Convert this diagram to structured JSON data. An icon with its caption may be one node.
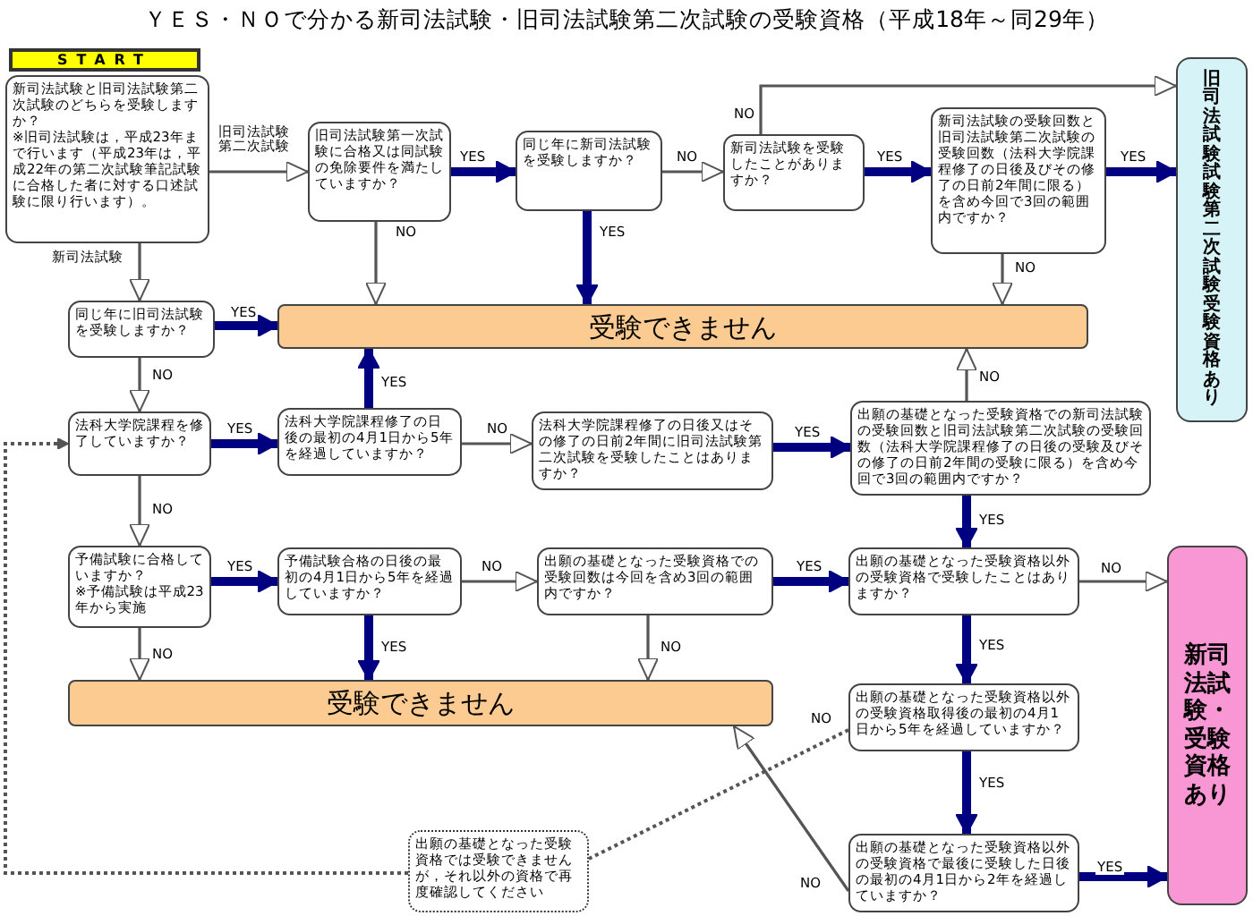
{
  "diagram": {
    "title": "ＹＥＳ・ＮＯで分かる新司法試験・旧司法試験第二次試験の受験資格（平成18年～同29年）",
    "nodes": [
      {
        "text": [
          "START"
        ]
      },
      {
        "text": [
          "新司法試験と旧司法試験第二次試験のどちらを受験しますか？",
          "※旧司法試験は，平成23年まで行います（平成23年は，平成22年の第二次試験筆記試験に合格した者に対する口述試験に限り行います）。"
        ]
      },
      {
        "text": [
          "旧司法試験第一次試験に合格又は同試験の免除要件を満たしていますか？"
        ]
      },
      {
        "text": [
          "同じ年に新司法試験を受験しますか？"
        ]
      },
      {
        "text": [
          "新司法試験を受験したことがありますか？"
        ]
      },
      {
        "text": [
          "新司法試験の受験回数と旧司法試験第二次試験の受験回数（法科大学院課程修了の日後及びその修了の日前2年間に限る）を含め今回で3回の範囲内ですか？"
        ]
      },
      {
        "text": [
          "旧司法試験試験第二次試験受験資格あり"
        ]
      },
      {
        "text": [
          "同じ年に旧司法試験を受験しますか？"
        ]
      },
      {
        "text": [
          "受験できません"
        ]
      },
      {
        "text": [
          "法科大学院課程を修了していますか？"
        ]
      },
      {
        "text": [
          "法科大学院課程修了の日後の最初の4月1日から5年を経過していますか？"
        ]
      },
      {
        "text": [
          "法科大学院課程修了の日後又はその修了の日前2年間に旧司法試験第二次試験を受験したことはありますか？"
        ]
      },
      {
        "text": [
          "出願の基礎となった受験資格での新司法試験の受験回数と旧司法試験第二次試験の受験回数（法科大学院課程修了の日後の受験及びその修了の日前2年間の受験に限る）を含め今回で3回の範囲内ですか？"
        ]
      },
      {
        "text": [
          "予備試験に合格していますか？",
          "※予備試験は平成23年から実施"
        ]
      },
      {
        "text": [
          "予備試験合格の日後の最初の4月1日から5年を経過していますか？"
        ]
      },
      {
        "text": [
          "出願の基礎となった受験資格での受験回数は今回を含め3回の範囲内ですか？"
        ]
      },
      {
        "text": [
          "出願の基礎となった受験資格以外の受験資格で受験したことはありますか？"
        ]
      },
      {
        "text": [
          "新司法試験・受験資格あり"
        ]
      },
      {
        "text": [
          "受験できません"
        ]
      },
      {
        "text": [
          "出願の基礎となった受験資格以外の受験資格取得後の最初の4月1日から5年を経過していますか？"
        ]
      },
      {
        "text": [
          "出願の基礎となった受験資格以外の受験資格で最後に受験した日後の最初の4月1日から2年を経過していますか？"
        ]
      },
      {
        "text": [
          "出願の基礎となった受験資格では受験できませんが，それ以外の資格で再度確認してください"
        ]
      }
    ],
    "edges": [
      {
        "from": 1,
        "to": 2,
        "arrow": "to",
        "label": "旧司法試験第二次試験"
      },
      {
        "from": 1,
        "to": 7,
        "arrow": "to",
        "label": "新司法試験"
      },
      {
        "from": 2,
        "to": 3,
        "arrow": "to",
        "label": "YES",
        "style": "thick",
        "color": "#000080"
      },
      {
        "from": 2,
        "to": 8,
        "arrow": "to",
        "label": "NO"
      },
      {
        "from": 3,
        "to": 4,
        "arrow": "to",
        "label": "NO"
      },
      {
        "from": 3,
        "to": 8,
        "arrow": "to",
        "label": "YES",
        "style": "thick",
        "color": "#000080"
      },
      {
        "from": 4,
        "to": 6,
        "arrow": "to",
        "label": "NO"
      },
      {
        "from": 4,
        "to": 5,
        "arrow": "to",
        "label": "YES",
        "style": "thick",
        "color": "#000080"
      },
      {
        "from": 5,
        "to": 6,
        "arrow": "to",
        "label": "YES",
        "style": "thick",
        "color": "#000080"
      },
      {
        "from": 5,
        "to": 8,
        "arrow": "to",
        "label": "NO"
      },
      {
        "from": 7,
        "to": 8,
        "arrow": "to",
        "label": "YES",
        "style": "thick",
        "color": "#000080"
      },
      {
        "from": 7,
        "to": 9,
        "arrow": "to",
        "label": "NO"
      },
      {
        "from": 9,
        "to": 10,
        "arrow": "to",
        "label": "YES",
        "style": "thick",
        "color": "#000080"
      },
      {
        "from": 10,
        "to": 8,
        "arrow": "to",
        "label": "YES",
        "style": "thick",
        "color": "#000080"
      },
      {
        "from": 10,
        "to": 11,
        "arrow": "to",
        "label": "NO"
      },
      {
        "from": 11,
        "to": 12,
        "arrow": "to",
        "label": "YES",
        "style": "thick",
        "color": "#000080"
      },
      {
        "from": 12,
        "to": 8,
        "arrow": "to",
        "label": "NO"
      },
      {
        "from": 12,
        "to": 16,
        "arrow": "to",
        "label": "YES",
        "style": "thick",
        "color": "#000080"
      },
      {
        "from": 9,
        "to": 13,
        "arrow": "to",
        "label": "NO"
      },
      {
        "from": 13,
        "to": 14,
        "arrow": "to",
        "label": "YES",
        "style": "thick",
        "color": "#000080"
      },
      {
        "from": 13,
        "to": 18,
        "arrow": "to",
        "label": "NO"
      },
      {
        "from": 14,
        "to": 15,
        "arrow": "to",
        "label": "NO"
      },
      {
        "from": 14,
        "to": 18,
        "arrow": "to",
        "label": "YES",
        "style": "thick",
        "color": "#000080"
      },
      {
        "from": 15,
        "to": 16,
        "arrow": "to",
        "label": "YES",
        "style": "thick",
        "color": "#000080"
      },
      {
        "from": 15,
        "to": 18,
        "arrow": "to",
        "label": "NO"
      },
      {
        "from": 16,
        "to": 17,
        "arrow": "to",
        "label": "NO"
      },
      {
        "from": 16,
        "to": 19,
        "arrow": "to",
        "label": "YES",
        "style": "thick",
        "color": "#000080"
      },
      {
        "from": 19,
        "to": 20,
        "arrow": "to",
        "label": "YES",
        "style": "thick",
        "color": "#000080"
      },
      {
        "from": 19,
        "to": 21,
        "arrow": "none",
        "label": "NO",
        "style": "dashed"
      },
      {
        "from": 20,
        "to": 18,
        "arrow": "to",
        "label": "NO"
      },
      {
        "from": 20,
        "to": 17,
        "arrow": "to",
        "label": "YES",
        "style": "thick",
        "color": "#000080"
      },
      {
        "from": 21,
        "to": 9,
        "arrow": "to",
        "style": "dashed"
      }
    ]
  }
}
